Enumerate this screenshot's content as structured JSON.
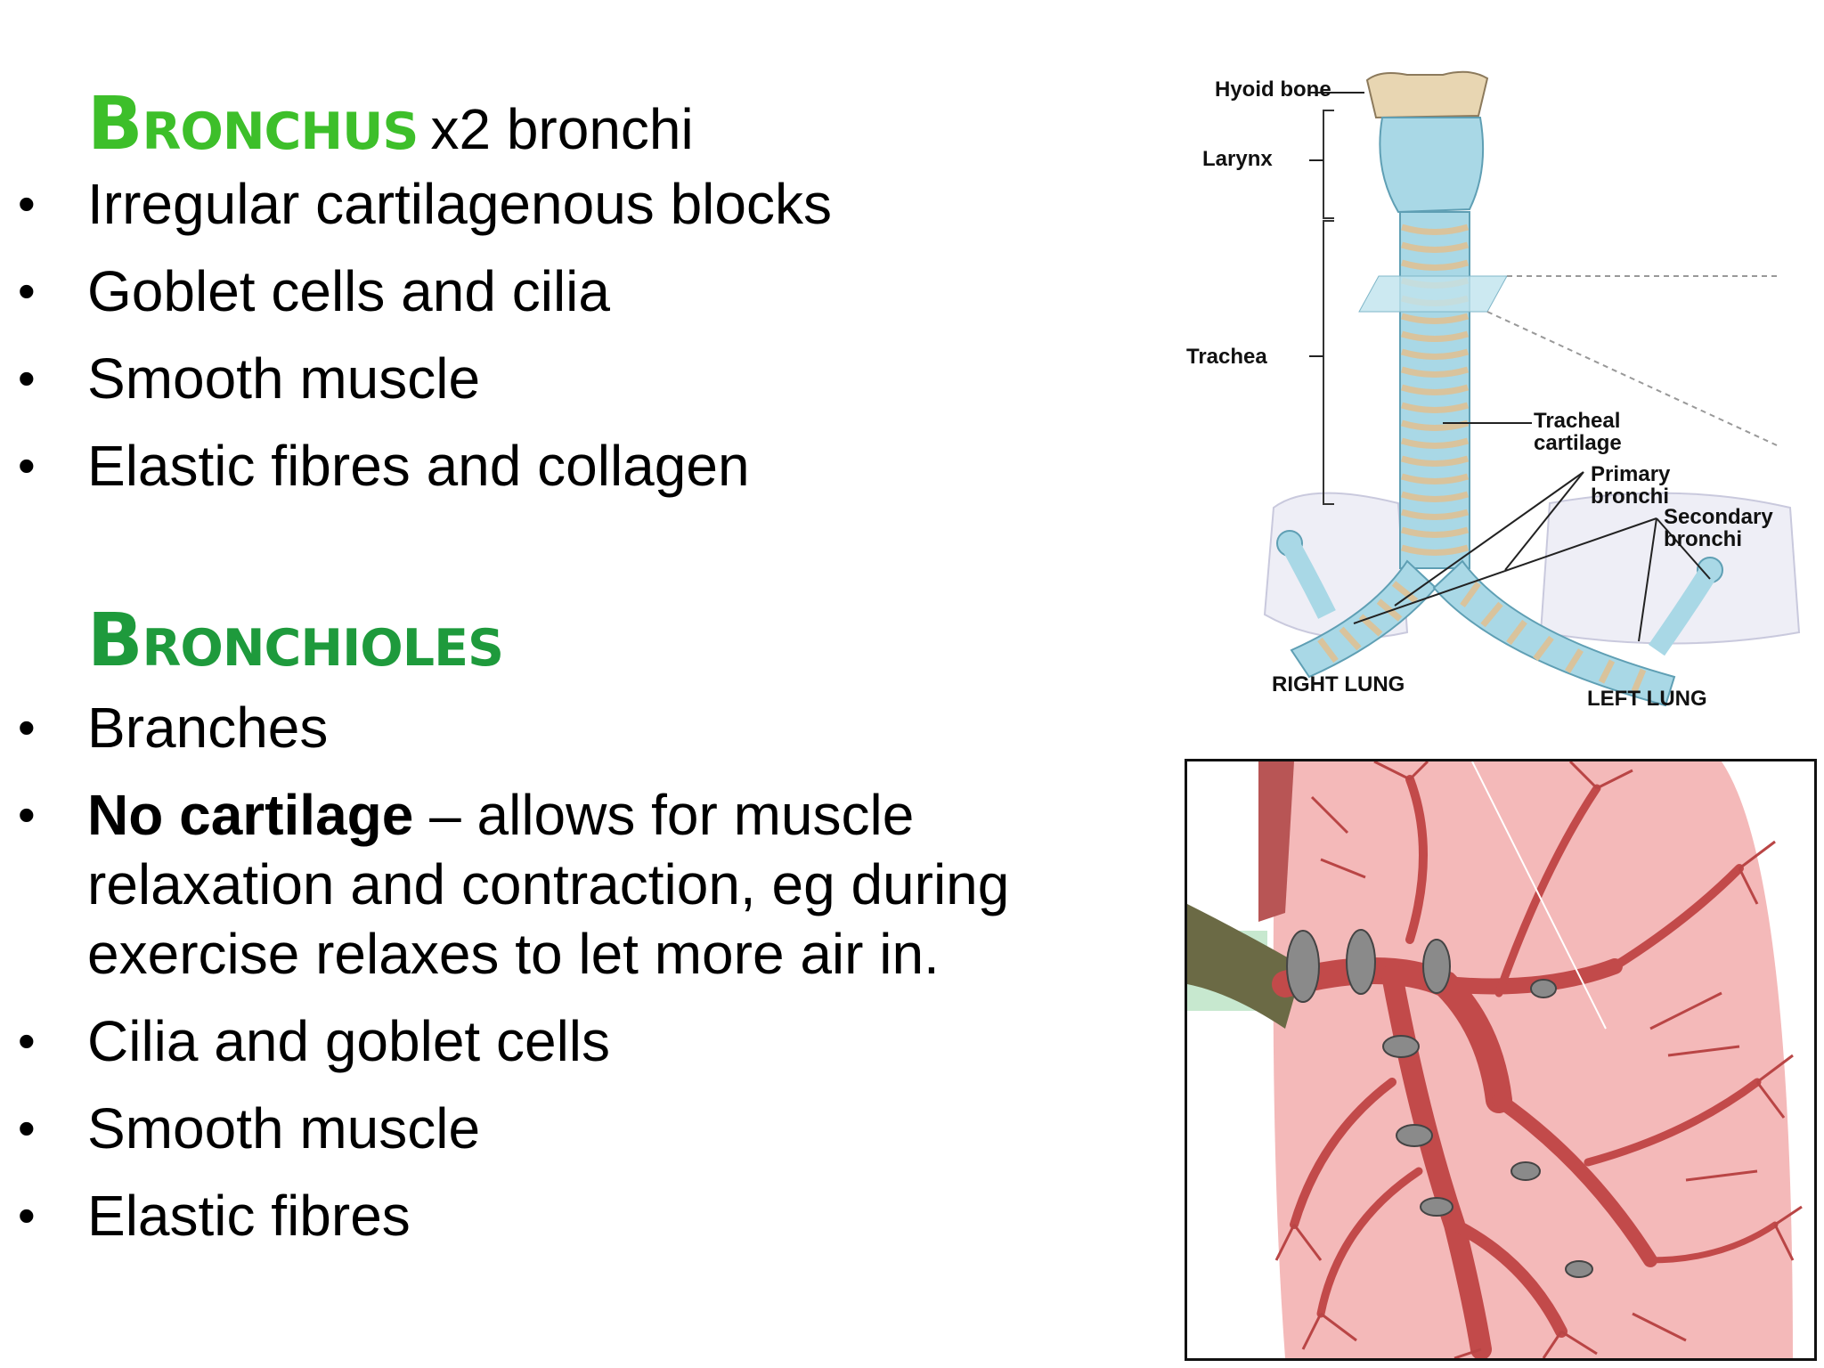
{
  "bronchus": {
    "title": "Bronchus",
    "subtitle": "x2 bronchi",
    "bullets": [
      "Irregular cartilagenous blocks",
      "Goblet cells and cilia",
      "Smooth muscle",
      "Elastic fibres and collagen"
    ]
  },
  "bronchioles": {
    "title": "Bronchioles",
    "bullet_1": "Branches",
    "bullet_2_bold": "No cartilage",
    "bullet_2_rest": " – allows for muscle relaxation and contraction, eg during exercise relaxes to let more air in.",
    "bullet_3": "Cilia and goblet cells",
    "bullet_4": "Smooth muscle",
    "bullet_5": "Elastic fibres"
  },
  "bullet_symbol": "•",
  "diagram": {
    "hyoid_bone": "Hyoid bone",
    "larynx": "Larynx",
    "trachea": "Trachea",
    "tracheal_cartilage": "Tracheal cartilage",
    "primary_bronchi": "Primary bronchi",
    "secondary_bronchi": "Secondary bronchi",
    "right_lung": "RIGHT LUNG",
    "left_lung": "LEFT LUNG"
  },
  "colors": {
    "heading_green": "#3dbf2a",
    "heading_dark_green": "#1e9a3c",
    "airway_blue": "#9fd3e0",
    "cartilage_tan": "#e6cfae",
    "lung_pink": "#f2b3b3",
    "vessel_red": "#c24a4a"
  }
}
